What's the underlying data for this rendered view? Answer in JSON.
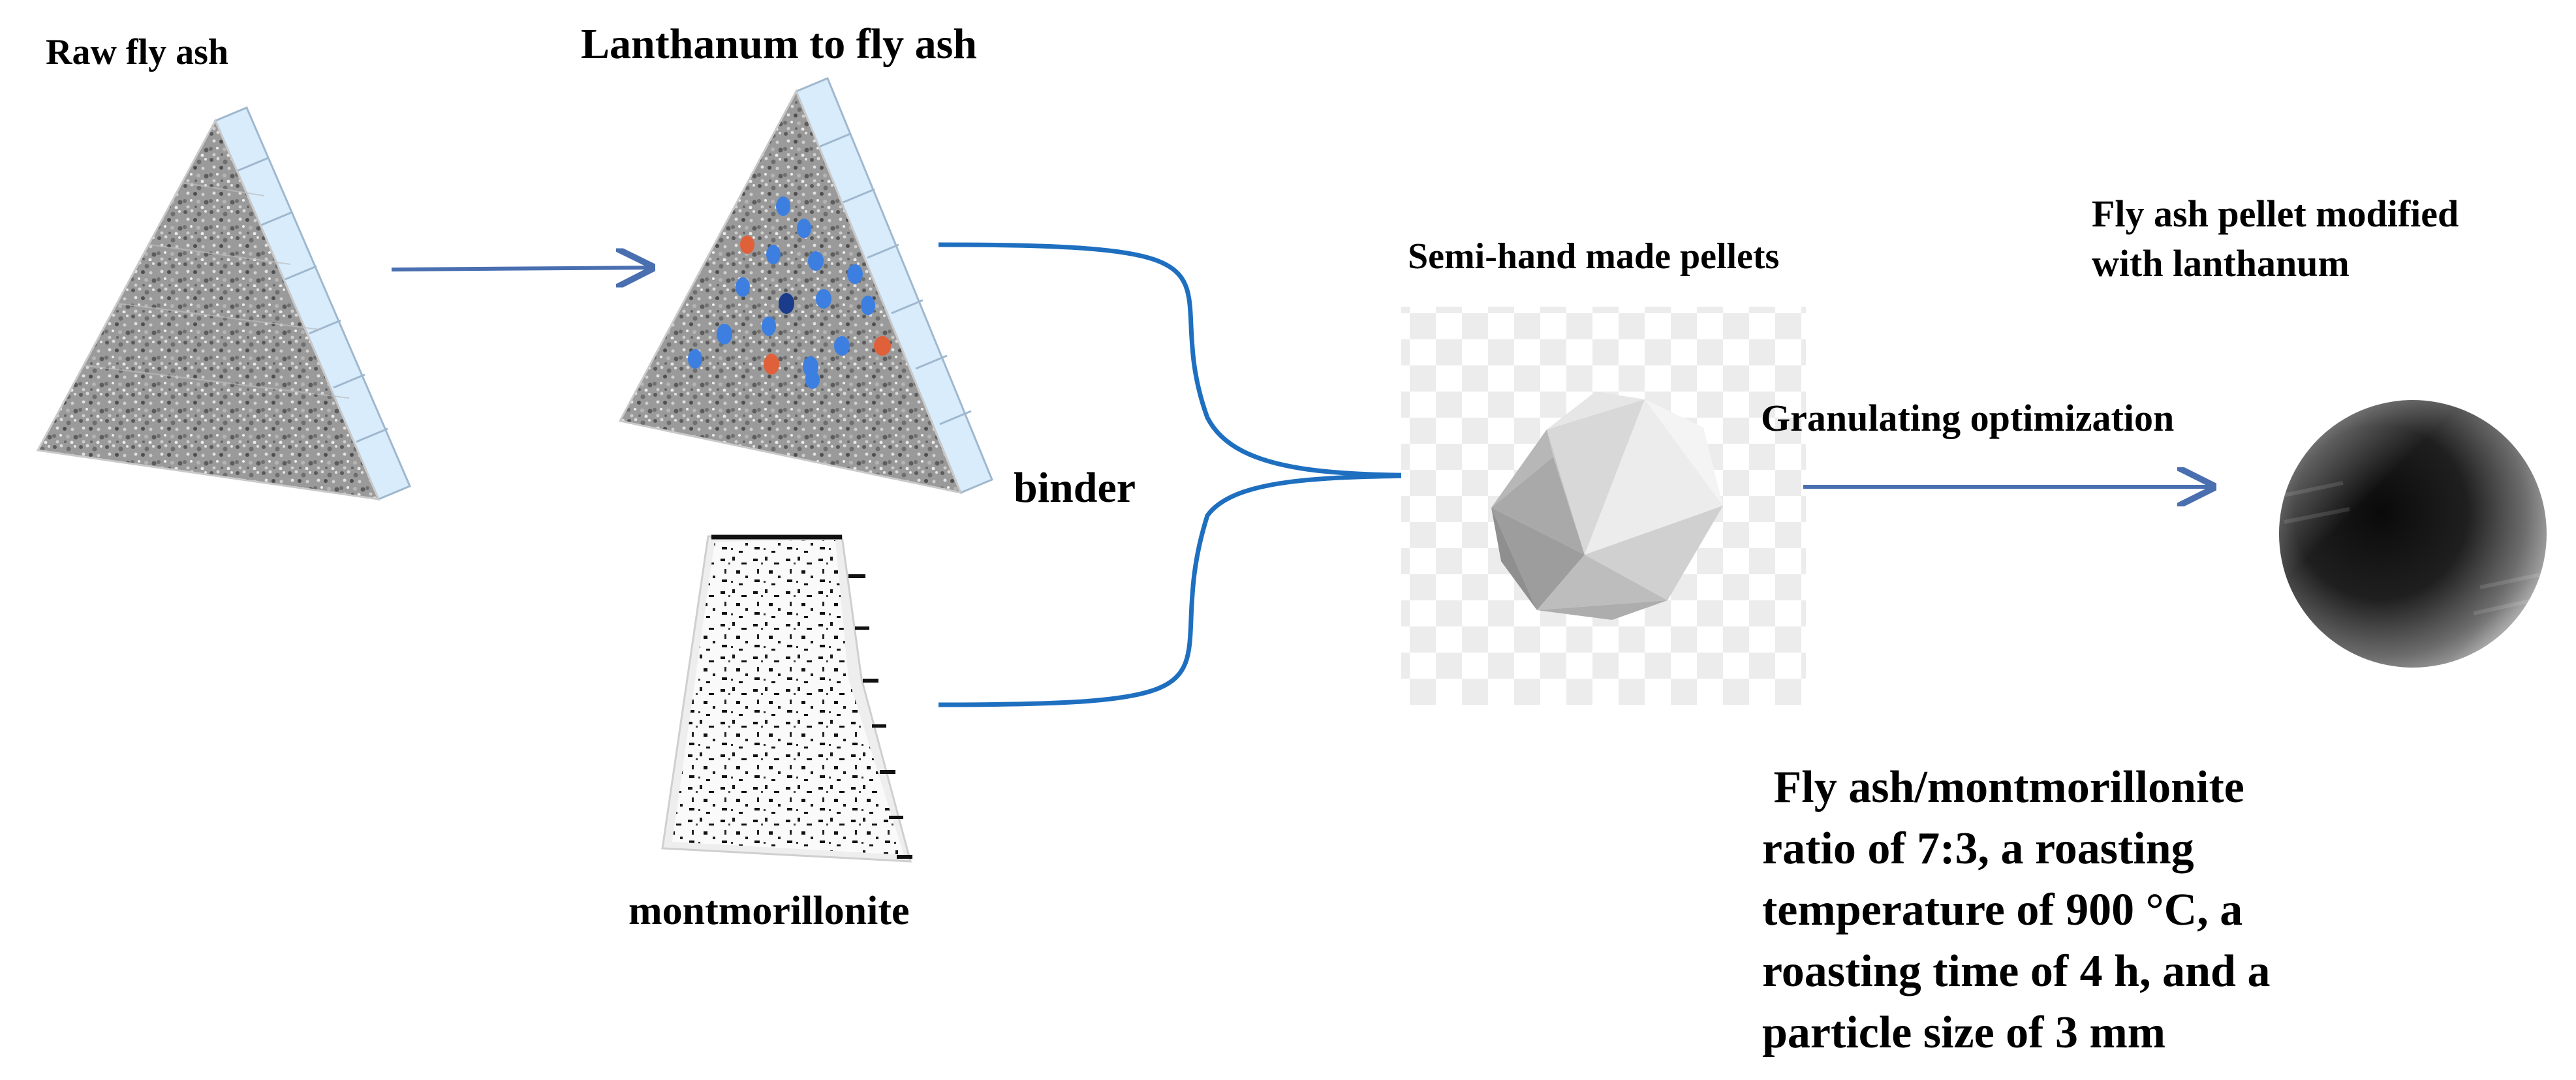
{
  "labels": {
    "raw_fly_ash": "Raw fly ash",
    "lanthanum_to_fly_ash": "Lanthanum to fly ash",
    "binder": "binder",
    "montmorillonite": "montmorillonite",
    "semi_hand_made_pellets": "Semi-hand made pellets",
    "granulating_optimization": "Granulating optimization",
    "final_product": [
      "Fly ash pellet modified",
      "with lanthanum"
    ],
    "conditions": [
      " Fly ash/montmorillonite",
      "ratio of 7:3, a roasting",
      "temperature of 900 °C, a",
      "roasting time of 4 h, and a",
      "particle size of 3 mm"
    ]
  },
  "colors": {
    "arrow": "#4a6fb0",
    "connector": "#1f6fc0",
    "dot_blue": "#3d7fe0",
    "dot_red": "#e0603a",
    "prism_side": "#d9ecfb"
  }
}
